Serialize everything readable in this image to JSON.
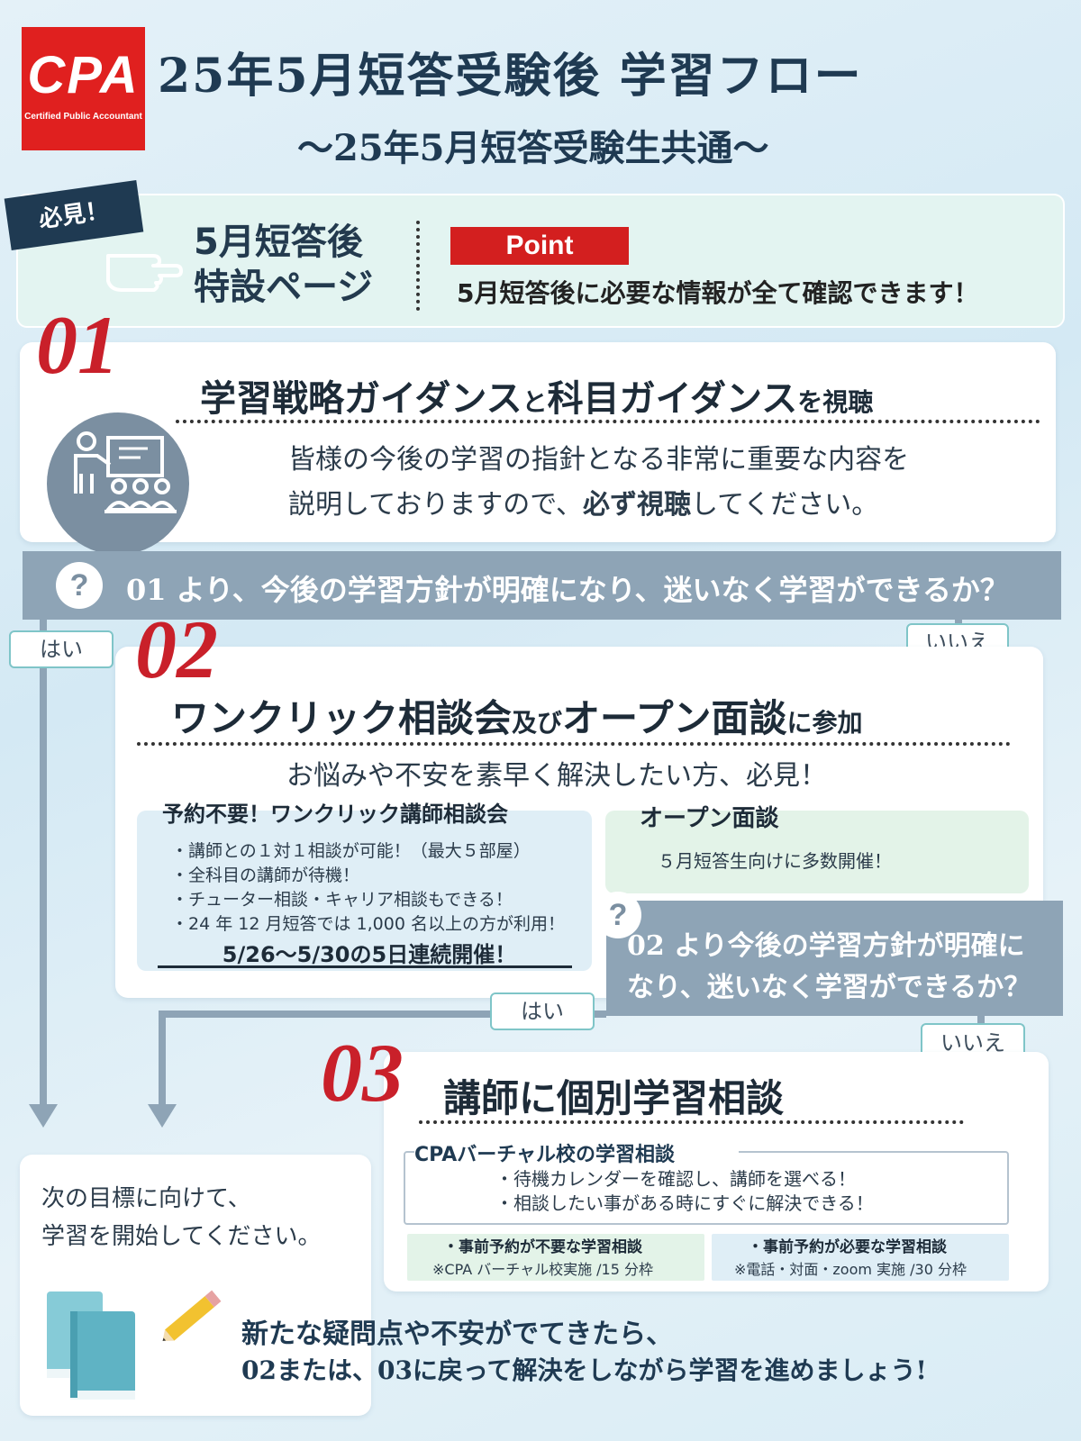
{
  "header": {
    "logo_text": "CPA",
    "logo_sub": "Certified Public Accountant",
    "title": "25年5月短答受験後 学習フロー",
    "subtitle": "～25年5月短答受験生共通～"
  },
  "special_page": {
    "badge": "必見！",
    "title_line1": "5月短答後",
    "title_line2": "特設ページ",
    "point_label": "Point",
    "point_text": "5月短答後に必要な情報が全て確認できます！"
  },
  "step01": {
    "number": "01",
    "title_a": "学習戦略ガイダンス",
    "title_b": "と",
    "title_c": "科目ガイダンス",
    "title_d": "を視聴",
    "desc_line1": "皆様の今後の学習の指針となる非常に重要な内容を",
    "desc_line2a": "説明しておりますので、",
    "desc_line2b": "必ず視聴",
    "desc_line2c": "してください。"
  },
  "question1": {
    "icon": "?",
    "text": "01 より、今後の学習方針が明確になり、迷いなく学習ができるか？",
    "yes": "はい",
    "no": "いいえ"
  },
  "step02": {
    "number": "02",
    "title_a": "ワンクリック相談会",
    "title_b": "及び",
    "title_c": "オープン面談",
    "title_d": "に参加",
    "lead": "お悩みや不安を素早く解決したい方、必見！",
    "oneclick": {
      "title": "予約不要！ワンクリック講師相談会",
      "items": [
        "・講師との１対１相談が可能！（最大５部屋）",
        "・全科目の講師が待機！",
        "・チューター相談・キャリア相談もできる！",
        "・24 年 12 月短答では 1,000 名以上の方が利用！"
      ],
      "dates": "5/26〜5/30の5日連続開催！"
    },
    "open": {
      "title": "オープン面談",
      "text": "５月短答生向けに多数開催！"
    }
  },
  "question2": {
    "icon": "?",
    "line1": "02 より今後の学習方針が明確に",
    "line2": "なり、迷いなく学習ができるか？",
    "yes": "はい",
    "no": "いいえ"
  },
  "step03": {
    "number": "03",
    "title": "講師に個別学習相談",
    "virtual_title": "CPAバーチャル校の学習相談",
    "virtual_items": [
      "・待機カレンダーを確認し、講師を選べる！",
      "・相談したい事がある時にすぐに解決できる！"
    ],
    "no_reservation_title": "・事前予約が不要な学習相談",
    "no_reservation_note": "※CPA バーチャル校実施 /15 分枠",
    "reservation_title": "・事前予約が必要な学習相談",
    "reservation_note": "※電話・対面・zoom 実施 /30 分枠"
  },
  "goal": {
    "line1": "次の目標に向けて、",
    "line2": "学習を開始してください。"
  },
  "footer": {
    "line1": "新たな疑問点や不安がでてきたら、",
    "line2": "02または、03に戻って解決をしながら学習を進めましょう!"
  },
  "colors": {
    "accent_red": "#d31f1f",
    "navy": "#1f3a52",
    "flow_gray": "#8ea4b6",
    "mint": "#e3f4f1"
  }
}
